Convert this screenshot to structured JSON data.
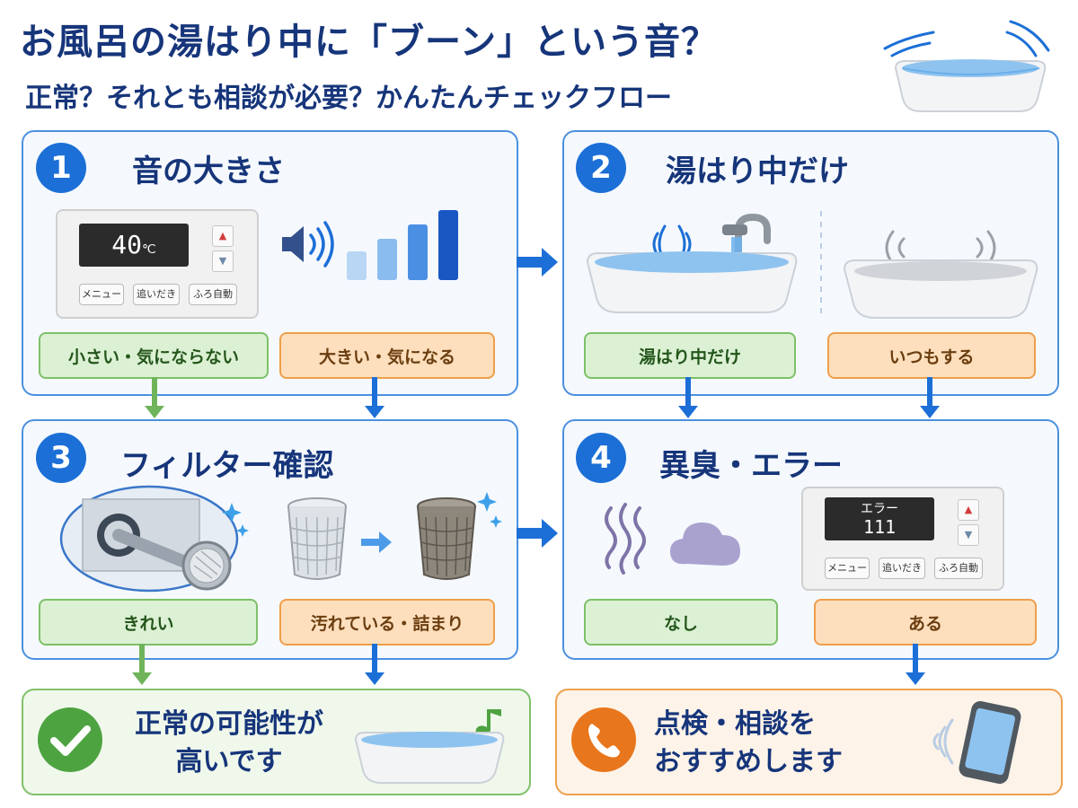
{
  "header": {
    "title": "お風呂の湯はり中に「ブーン」という音？",
    "subtitle": "正常？それとも相談が必要？かんたんチェックフロー"
  },
  "steps": [
    {
      "number": "1",
      "title": "音の大きさ",
      "options": [
        {
          "label": "小さい・気にならない"
        },
        {
          "label": "大きい・気になる"
        }
      ]
    },
    {
      "number": "2",
      "title": "湯はり中だけ",
      "options": [
        {
          "label": "湯はり中だけ"
        },
        {
          "label": "いつもする"
        }
      ]
    },
    {
      "number": "3",
      "title": "フィルター確認",
      "options": [
        {
          "label": "きれい"
        },
        {
          "label": "汚れている・詰まり"
        }
      ]
    },
    {
      "number": "4",
      "title": "異臭・エラー",
      "options": [
        {
          "label": "なし"
        },
        {
          "label": "ある"
        }
      ]
    }
  ],
  "remote1": {
    "temp": "40",
    "unit": "℃",
    "buttons": [
      "メニュー",
      "追いだき",
      "ふろ自動"
    ]
  },
  "remote4": {
    "error_label": "エラー",
    "error_code": "111",
    "buttons": [
      "メニュー",
      "追いだき",
      "ふろ自動"
    ]
  },
  "results": {
    "normal": {
      "line1": "正常の可能性が",
      "line2": "高いです"
    },
    "consult": {
      "line1": "点検・相談を",
      "line2": "おすすめします"
    }
  },
  "colors": {
    "accent": "#1c6fd6",
    "title": "#16357a",
    "green": "#7ec068",
    "orange": "#ef9e4a",
    "phone": "#e8761c"
  }
}
